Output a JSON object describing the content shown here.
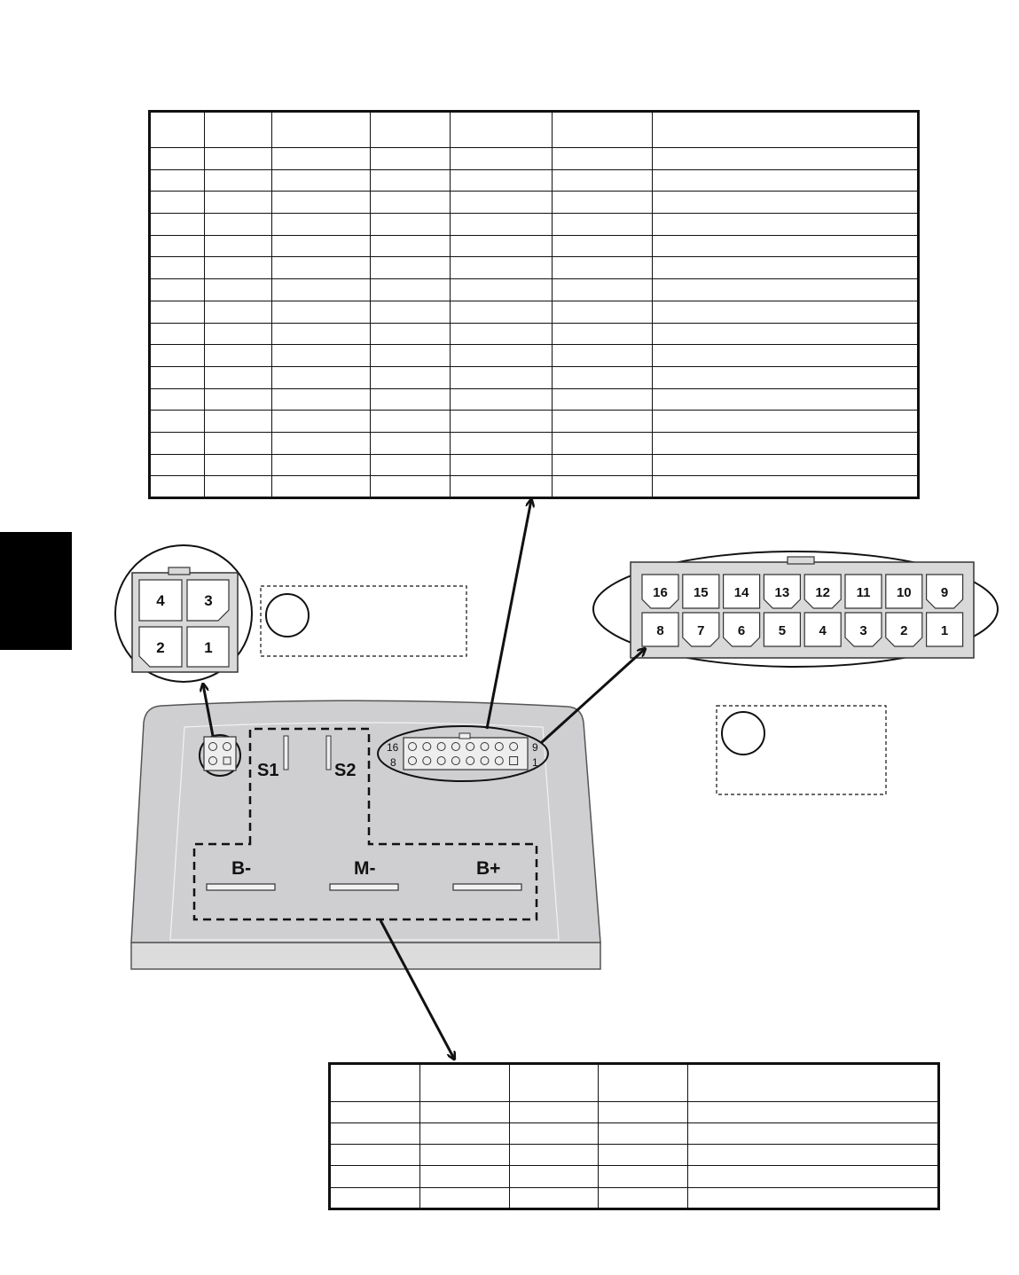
{
  "top_table": {
    "columns": 7,
    "rows": 17
  },
  "bottom_table": {
    "columns": 5,
    "rows": 6
  },
  "controller": {
    "switch_labels": [
      "S1",
      "S2"
    ],
    "terminal_labels": [
      "B-",
      "M-",
      "B+"
    ],
    "connector_side_numbers": {
      "top_left": "16",
      "bottom_left": "8",
      "top_right": "9",
      "bottom_right": "1"
    }
  },
  "connector_4pin": {
    "pins": [
      "4",
      "3",
      "2",
      "1"
    ]
  },
  "connector_16pin": {
    "top_row": [
      "16",
      "15",
      "14",
      "13",
      "12",
      "11",
      "10",
      "9"
    ],
    "bottom_row": [
      "8",
      "7",
      "6",
      "5",
      "4",
      "3",
      "2",
      "1"
    ]
  },
  "colors": {
    "housing": "#d0d0d2",
    "housing_dark": "#bcbcbe",
    "connector_body": "#d9d9d9",
    "ink": "#111111"
  }
}
